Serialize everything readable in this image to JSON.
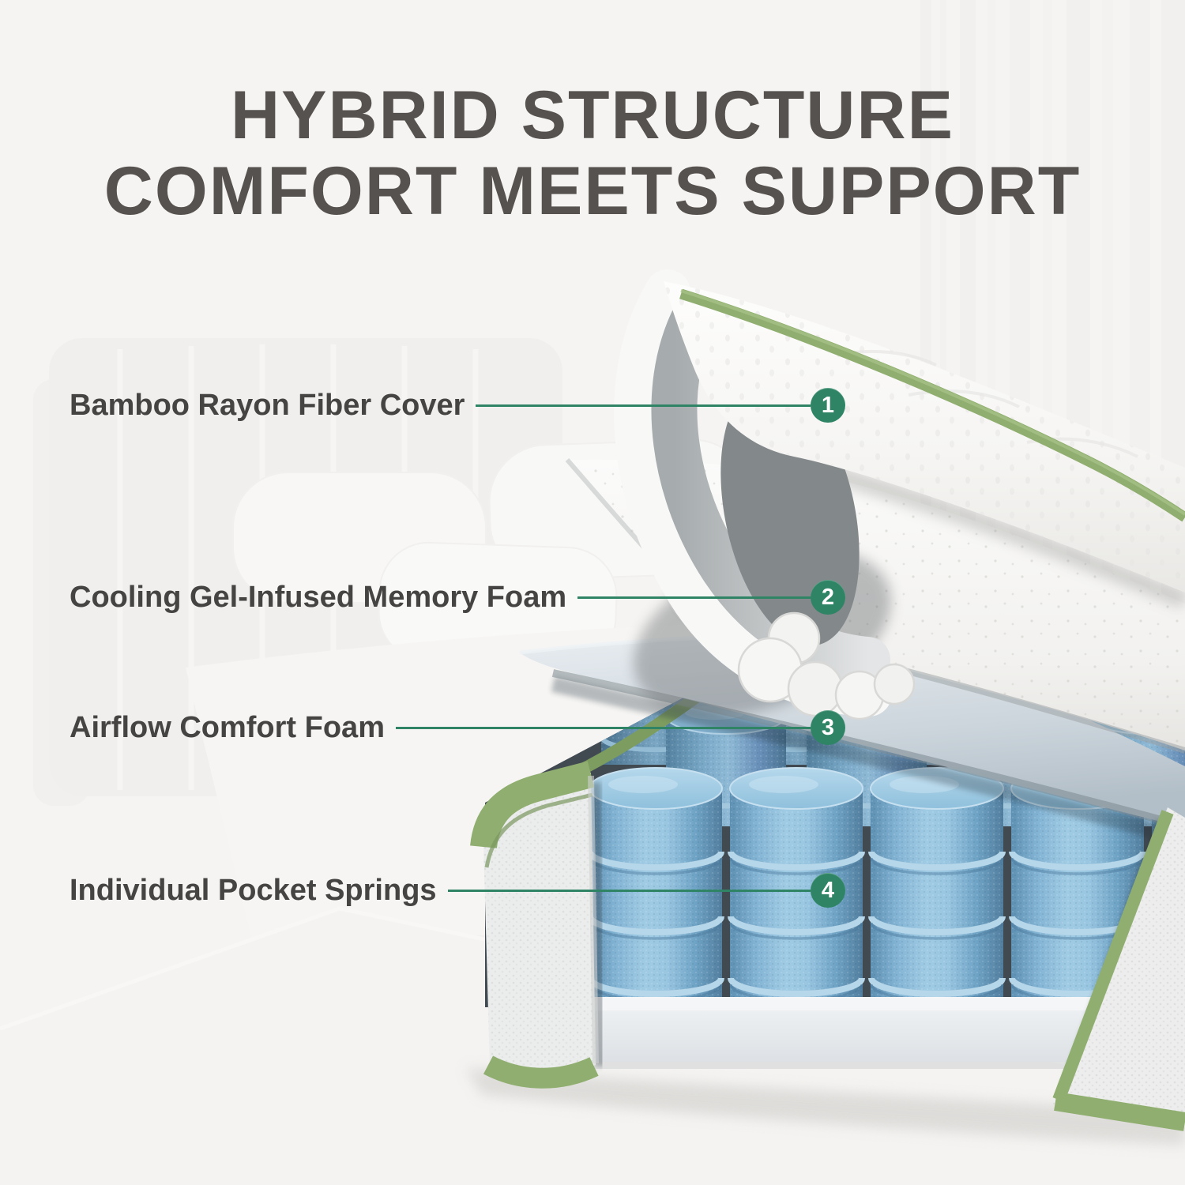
{
  "title": {
    "line1": "HYBRID STRUCTURE",
    "line2": "COMFORT MEETS SUPPORT"
  },
  "callouts": [
    {
      "number": "1",
      "label": "Bamboo Rayon Fiber Cover"
    },
    {
      "number": "2",
      "label": "Cooling Gel-Infused Memory Foam"
    },
    {
      "number": "3",
      "label": "Airflow Comfort Foam"
    },
    {
      "number": "4",
      "label": "Individual Pocket Springs"
    }
  ],
  "colors": {
    "accent_green": "#2E8465",
    "piping_green": "#8FAE6F",
    "rim_green": "#7D9C5F",
    "spring_blue": "#7FB2D3",
    "title_gray": "#55524F",
    "label_gray": "#454442",
    "background": "#F5F4F2"
  }
}
